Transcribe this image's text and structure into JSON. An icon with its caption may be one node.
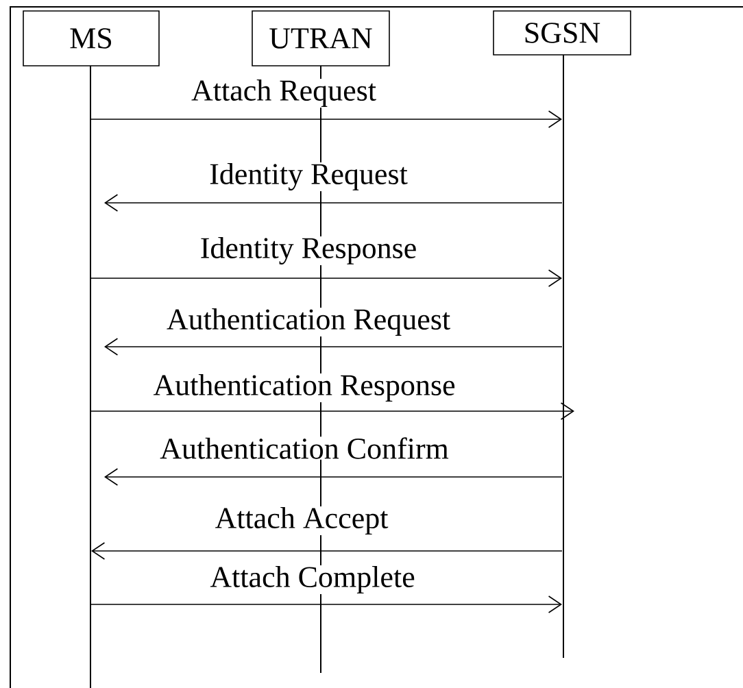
{
  "diagram": {
    "nodes": [
      {
        "text": [
          "MS"
        ]
      },
      {
        "text": [
          "UTRAN"
        ]
      },
      {
        "text": [
          "SGSN"
        ]
      }
    ],
    "edges": [
      {
        "from": 0,
        "to": 2,
        "arrow": "to",
        "label": "Attach Request"
      },
      {
        "from": 2,
        "to": 0,
        "arrow": "to",
        "label": "Identity Request"
      },
      {
        "from": 0,
        "to": 2,
        "arrow": "to",
        "label": "Identity Response"
      },
      {
        "from": 2,
        "to": 0,
        "arrow": "to",
        "label": "Authentication Request"
      },
      {
        "from": 0,
        "to": 2,
        "arrow": "to",
        "label": "Authentication Response"
      },
      {
        "from": 2,
        "to": 0,
        "arrow": "to",
        "label": "Authentication Confirm"
      },
      {
        "from": 2,
        "to": 0,
        "arrow": "to",
        "label": "Attach Accept"
      },
      {
        "from": 0,
        "to": 2,
        "arrow": "to",
        "label": "Attach Complete"
      }
    ]
  }
}
